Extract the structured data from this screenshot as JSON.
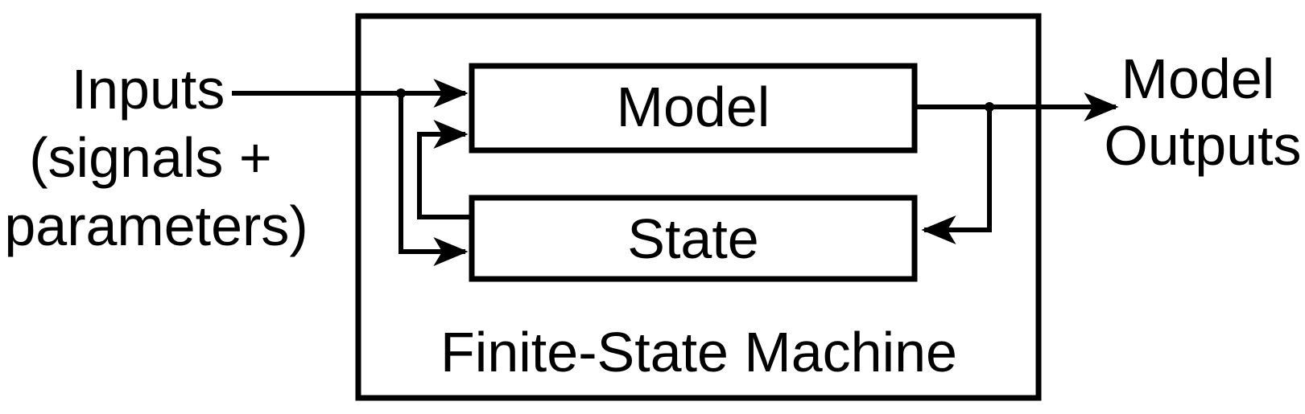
{
  "diagram": {
    "type": "block-diagram",
    "title": "Finite-State Machine",
    "left_label": {
      "line1": "Inputs",
      "line2": "(signals +",
      "line3": "parameters)"
    },
    "right_label": {
      "line1": "Model",
      "line2": "Outputs"
    },
    "blocks": [
      {
        "label": "Model"
      },
      {
        "label": "State"
      }
    ],
    "connections": [
      {
        "from": "Inputs",
        "to": "Model"
      },
      {
        "from": "Inputs",
        "to": "State"
      },
      {
        "from": "State",
        "to": "Model"
      },
      {
        "from": "Model",
        "to": "Model Outputs"
      },
      {
        "from": "Model",
        "to": "State"
      }
    ],
    "colors": {
      "line": "#000000",
      "background": "#ffffff"
    }
  }
}
